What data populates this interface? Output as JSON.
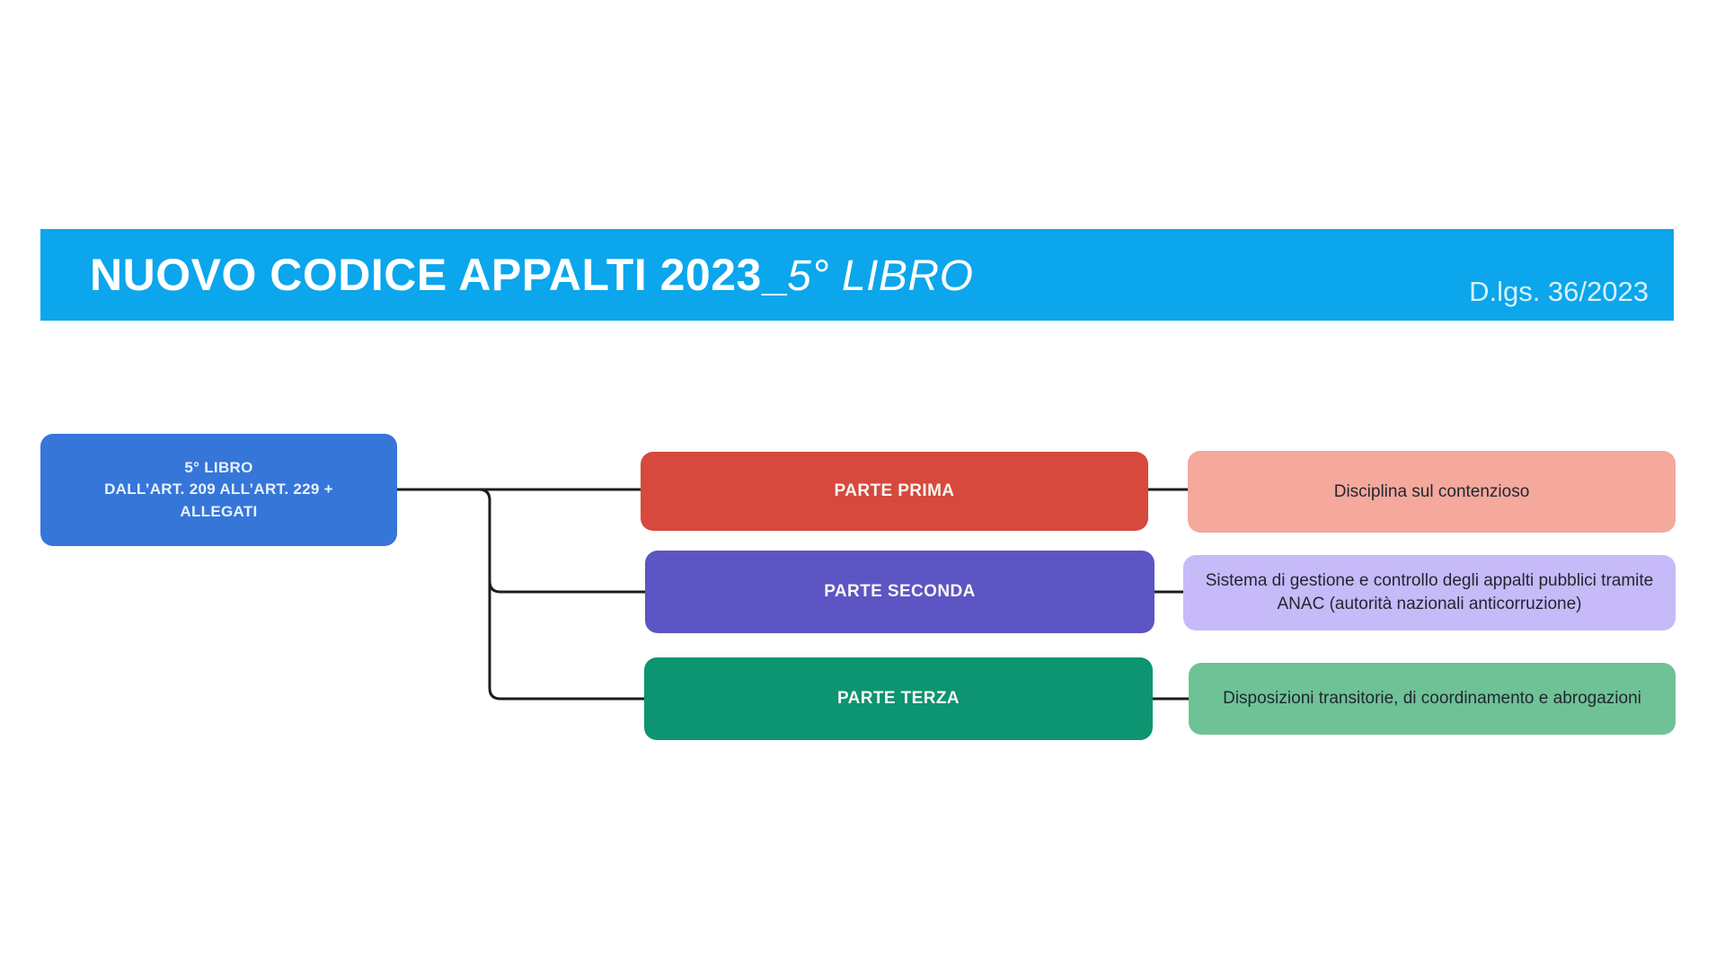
{
  "header": {
    "title_bold": "NUOVO CODICE APPALTI 2023_",
    "title_italic": "5° LIBRO",
    "law_reference": "D.lgs. 36/2023"
  },
  "root_node": {
    "lines": [
      "5° LIBRO",
      "DALL’ART. 209 ALL’ART. 229 +",
      "ALLEGATI"
    ]
  },
  "branches": [
    {
      "label": "PARTE PRIMA",
      "description": "Disciplina sul contenzioso"
    },
    {
      "label": "PARTE SECONDA",
      "description": "Sistema di gestione e controllo degli appalti pubblici tramite ANAC (autorità nazionali anticorruzione)"
    },
    {
      "label": "PARTE TERZA",
      "description": "Disposizioni transitorie, di coordinamento e abrogazioni"
    }
  ],
  "colors": {
    "header-bg": "#0ba6ec",
    "header-text": "#ffffff",
    "law-text": "#d7f1fc",
    "root-bg": "#3576d8",
    "root-text": "#e9f2fe",
    "parte1-bg": "#d6493c",
    "parte1-light": "#f5a89c",
    "parte2-bg": "#5c55c3",
    "parte2-light": "#c6baf8",
    "parte3-bg": "#0d9471",
    "parte3-light": "#6fc295",
    "label-text": "#f8f6f1",
    "desc-text": "#1f2630",
    "line": "#1c1c1c"
  }
}
